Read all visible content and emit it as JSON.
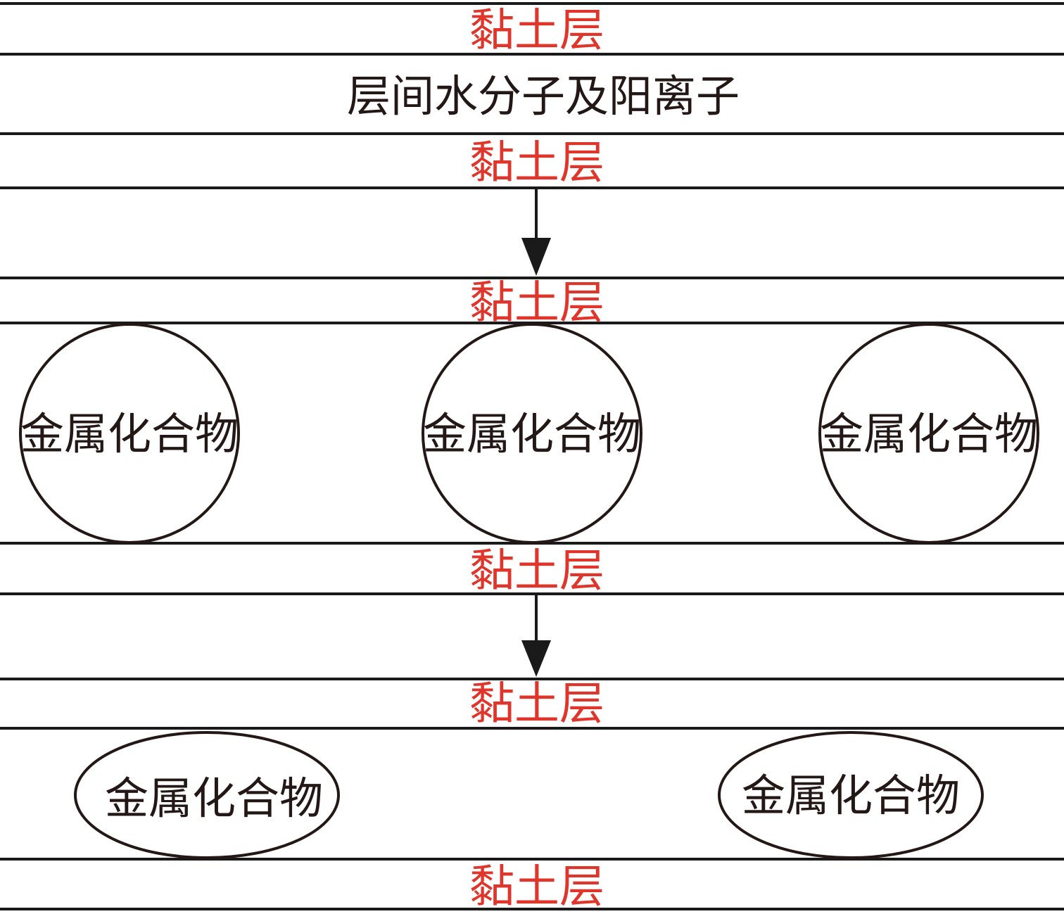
{
  "labels": {
    "clay_layer": "黏土层",
    "interlayer": "层间水分子及阳离子",
    "metal_compound": "金属化合物"
  },
  "colors": {
    "clay_text": "#e0352b",
    "dark_text": "#231815",
    "line": "#1a1a1a"
  },
  "stages": [
    {
      "name": "stage-1",
      "interlayer_content": "interlayer",
      "compound_count": 0
    },
    {
      "name": "stage-2",
      "interlayer_content": "metal_compound",
      "compound_count": 3,
      "compound_shape": "circle"
    },
    {
      "name": "stage-3",
      "interlayer_content": "metal_compound",
      "compound_count": 2,
      "compound_shape": "ellipse"
    }
  ]
}
